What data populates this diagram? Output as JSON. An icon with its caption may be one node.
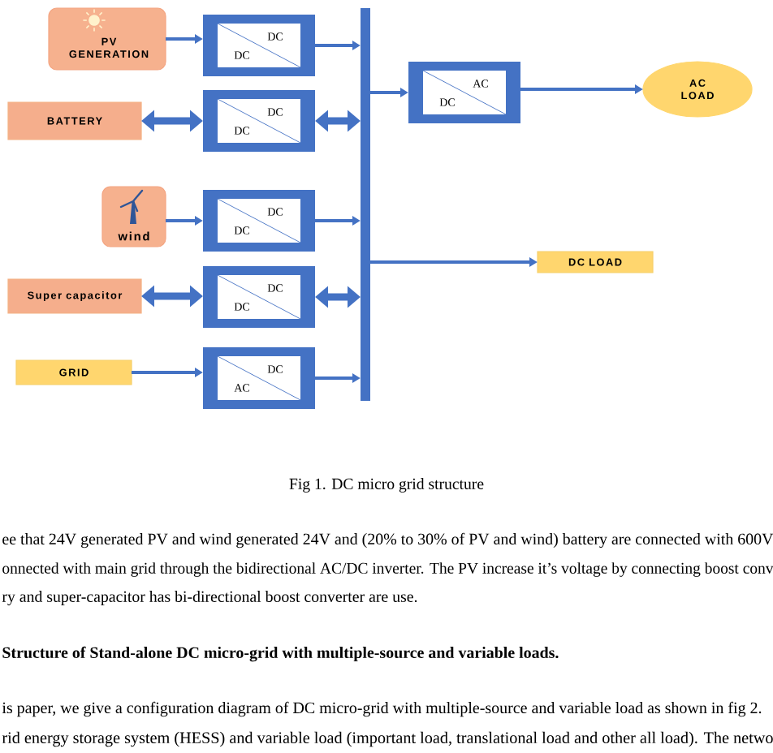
{
  "diagram": {
    "caption": "Fig 1. DC micro grid structure",
    "nodes": [
      {
        "text": [
          "PV GENERATION"
        ]
      },
      {
        "text": [
          "DC",
          "DC"
        ]
      },
      {
        "text": [
          "BATTERY"
        ]
      },
      {
        "text": [
          "DC",
          "DC"
        ]
      },
      {
        "text": [
          "wind"
        ]
      },
      {
        "text": [
          "DC",
          "DC"
        ]
      },
      {
        "text": [
          "Super capacitor"
        ]
      },
      {
        "text": [
          "DC",
          "DC"
        ]
      },
      {
        "text": [
          "GRID"
        ]
      },
      {
        "text": [
          "DC",
          "AC"
        ]
      },
      {
        "text": [],
        "shape": "bar"
      },
      {
        "text": [
          "AC",
          "DC"
        ]
      },
      {
        "text": [
          "AC LOAD"
        ]
      },
      {
        "text": [
          "DC LOAD"
        ]
      }
    ],
    "edges": [
      {
        "from": 0,
        "to": 1,
        "arrow": "to"
      },
      {
        "from": 1,
        "to": 10,
        "arrow": "to"
      },
      {
        "from": 2,
        "to": 3,
        "arrow": "both",
        "style": "thick"
      },
      {
        "from": 3,
        "to": 10,
        "arrow": "both",
        "style": "thick"
      },
      {
        "from": 4,
        "to": 5,
        "arrow": "to"
      },
      {
        "from": 5,
        "to": 10,
        "arrow": "to"
      },
      {
        "from": 6,
        "to": 7,
        "arrow": "both",
        "style": "thick"
      },
      {
        "from": 7,
        "to": 10,
        "arrow": "both",
        "style": "thick"
      },
      {
        "from": 8,
        "to": 9,
        "arrow": "to"
      },
      {
        "from": 9,
        "to": 10,
        "arrow": "to"
      },
      {
        "from": 10,
        "to": 11,
        "arrow": "to"
      },
      {
        "from": 11,
        "to": 12,
        "arrow": "to"
      },
      {
        "from": 10,
        "to": 13,
        "arrow": "to"
      }
    ],
    "labels": [
      "ee that 24V generated PV and wind generated 24V and (20% to 30% of PV and wind) battery are connected with 600V",
      "onnected with main grid through the bidirectional AC/DC inverter. The PV increase it’s voltage by connecting boost conv",
      "ry and super-capacitor has bi-directional boost converter are use.",
      "Structure of Stand-alone DC micro-grid with multiple-source and variable loads.",
      "is paper, we give a configuration diagram of DC micro-grid with multiple-source and variable load as shown in fig 2.",
      "rid energy storage system (HESS) and variable load (important load, translational load and other all load). The netwo"
    ]
  }
}
